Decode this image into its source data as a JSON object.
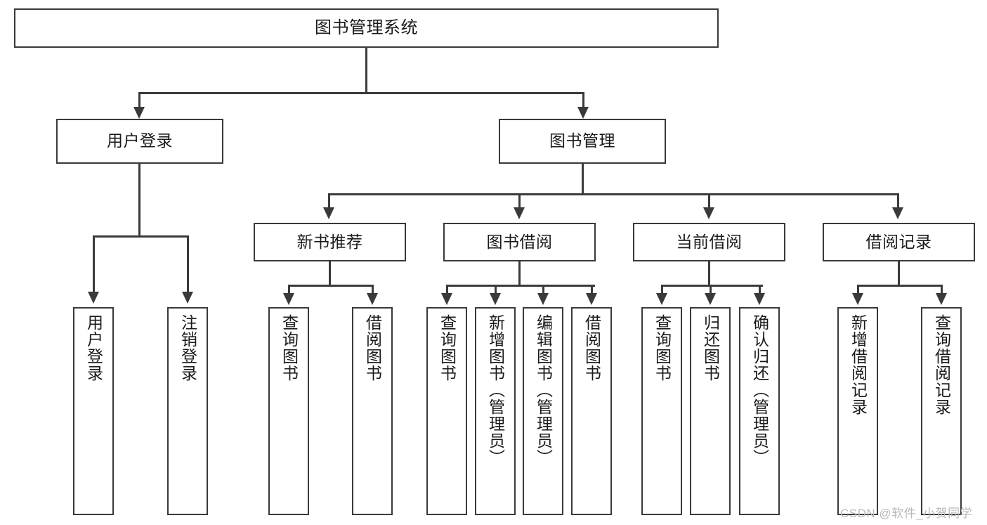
{
  "diagram": {
    "type": "tree-hierarchy",
    "title": "图书管理系统",
    "watermark": "CSDN @软件_小贺同学",
    "colors": {
      "stroke": "#3a3a3a",
      "fill": "#ffffff",
      "text": "#1a1a1a",
      "watermark": "#b9b9b9"
    }
  },
  "nodes": {
    "root": {
      "label": "图书管理系统"
    },
    "level1": [
      {
        "id": "user-login",
        "label": "用户登录"
      },
      {
        "id": "book-management",
        "label": "图书管理"
      }
    ],
    "level2": [
      {
        "id": "new-book-recommend",
        "label": "新书推荐"
      },
      {
        "id": "book-borrow",
        "label": "图书借阅"
      },
      {
        "id": "current-borrow",
        "label": "当前借阅"
      },
      {
        "id": "borrow-record",
        "label": "借阅记录"
      }
    ],
    "leaves": {
      "user-login": [
        {
          "id": "leaf-user-login",
          "label": "用户登录"
        },
        {
          "id": "leaf-logout-login",
          "label": "注销登录"
        }
      ],
      "new-book-recommend": [
        {
          "id": "leaf-query-book-1",
          "label": "查询图书"
        },
        {
          "id": "leaf-borrow-book-1",
          "label": "借阅图书"
        }
      ],
      "book-borrow": [
        {
          "id": "leaf-query-book-2",
          "label": "查询图书"
        },
        {
          "id": "leaf-add-book-admin",
          "label": "新增图书（管理员）"
        },
        {
          "id": "leaf-edit-book-admin",
          "label": "编辑图书（管理员）"
        },
        {
          "id": "leaf-borrow-book-2",
          "label": "借阅图书"
        }
      ],
      "current-borrow": [
        {
          "id": "leaf-query-book-3",
          "label": "查询图书"
        },
        {
          "id": "leaf-return-book",
          "label": "归还图书"
        },
        {
          "id": "leaf-confirm-return-admin",
          "label": "确认归还（管理员）"
        }
      ],
      "borrow-record": [
        {
          "id": "leaf-add-borrow-record",
          "label": "新增借阅记录"
        },
        {
          "id": "leaf-query-borrow-record",
          "label": "查询借阅记录"
        }
      ]
    }
  }
}
